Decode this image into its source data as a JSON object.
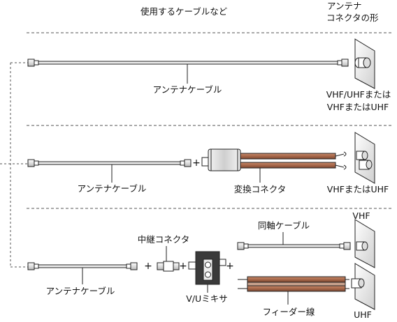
{
  "header": {
    "cables_heading": "使用するケーブルなど",
    "antenna_heading_line1": "アンテナ",
    "antenna_heading_line2": "コネクタの形"
  },
  "row1": {
    "cable_label": "アンテナケーブル",
    "connector_line1": "VHF/UHFまたは",
    "connector_line2": "VHFまたはUHF"
  },
  "row2": {
    "cable_label": "アンテナケーブル",
    "adapter_label": "変換コネクタ",
    "connector_label": "VHFまたはUHF",
    "plus": "+"
  },
  "row3": {
    "relay_label": "中継コネクタ",
    "coax_label": "同軸ケーブル",
    "vhf_label": "VHF",
    "cable_label": "アンテナケーブル",
    "mixer_label": "V/Uミキサ",
    "feeder_label": "フィーダー線",
    "uhf_label": "UHF",
    "plus": "+"
  },
  "colors": {
    "line": "#222222",
    "cable_fill": "#eeeeee",
    "feeder_brown": "#a8684a",
    "plate_fill": "#f0f0f0",
    "mixer_dark": "#3a3a3a",
    "dashed": "#555555"
  }
}
